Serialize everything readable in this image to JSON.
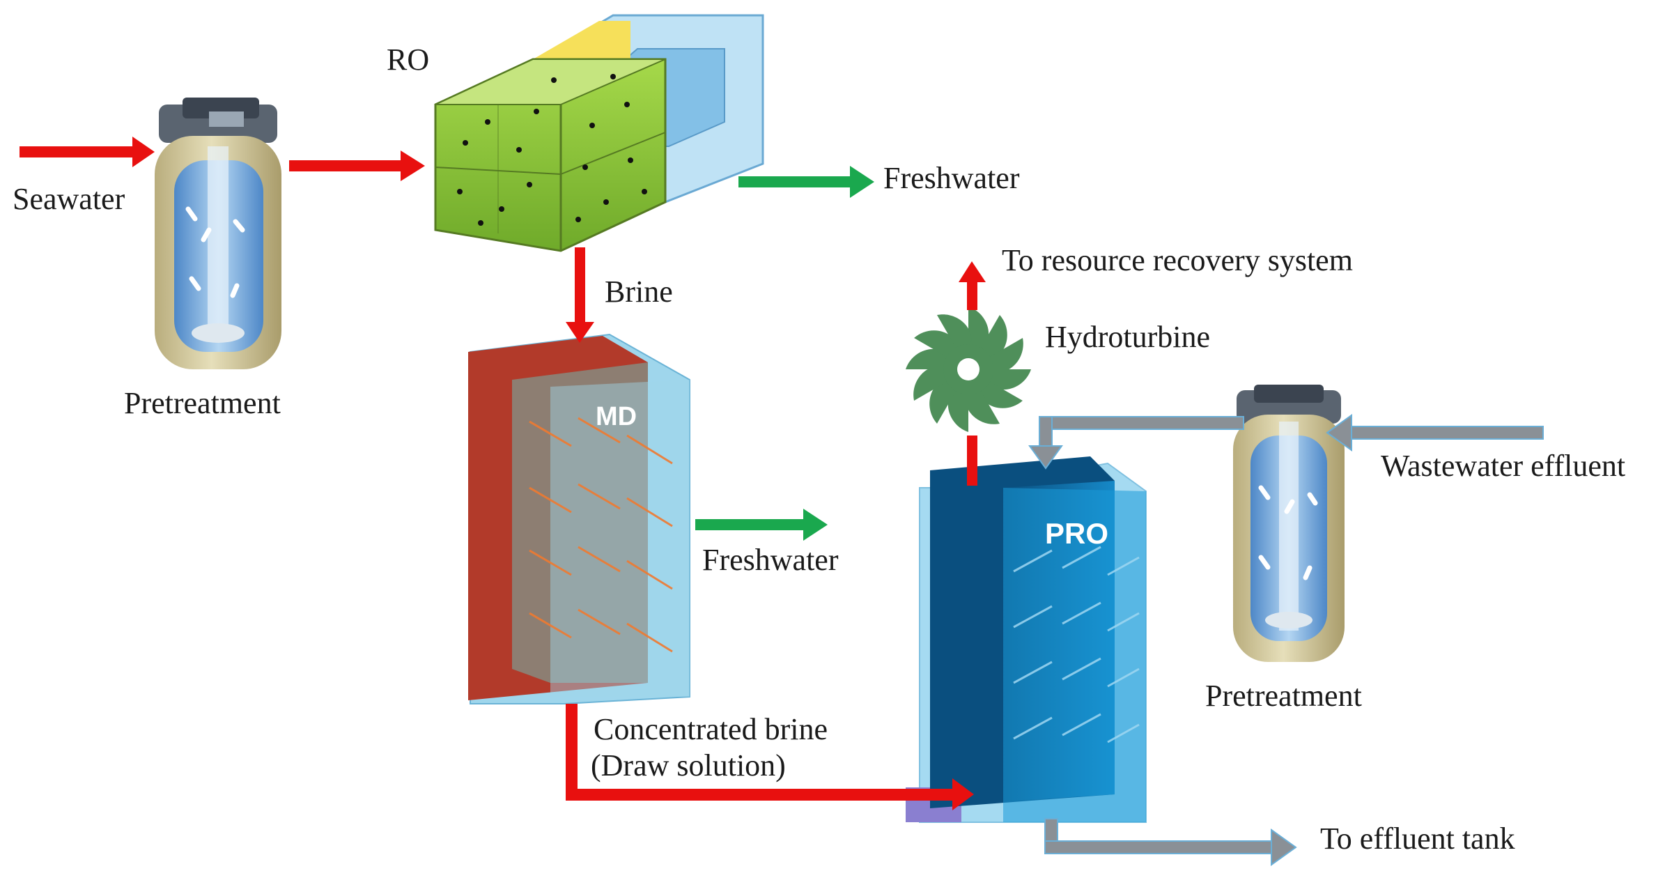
{
  "labels": {
    "ro": "RO",
    "seawater": "Seawater",
    "pretreatment_left": "Pretreatment",
    "freshwater_ro": "Freshwater",
    "brine": "Brine",
    "md": "MD",
    "freshwater_md": "Freshwater",
    "resource_recovery": "To resource recovery system",
    "hydroturbine": "Hydroturbine",
    "pro": "PRO",
    "wastewater_effluent": "Wastewater effluent",
    "pretreatment_right": "Pretreatment",
    "concentrated_brine": "Concentrated brine",
    "draw_solution": "(Draw solution)",
    "effluent_tank": "To effluent tank"
  },
  "colors": {
    "brine_flow": "#e8100f",
    "freshwater_flow": "#1aa84e",
    "wastewater_flow": "#8a9096",
    "ro_membrane": "#8fca3c",
    "md_hot_side": "#b23a2a",
    "md_cold_side": "#9fd6ec",
    "pro_module": "#0e78b5",
    "turbine": "#4f8f5a",
    "filter_tank": "#d8d0a8"
  }
}
